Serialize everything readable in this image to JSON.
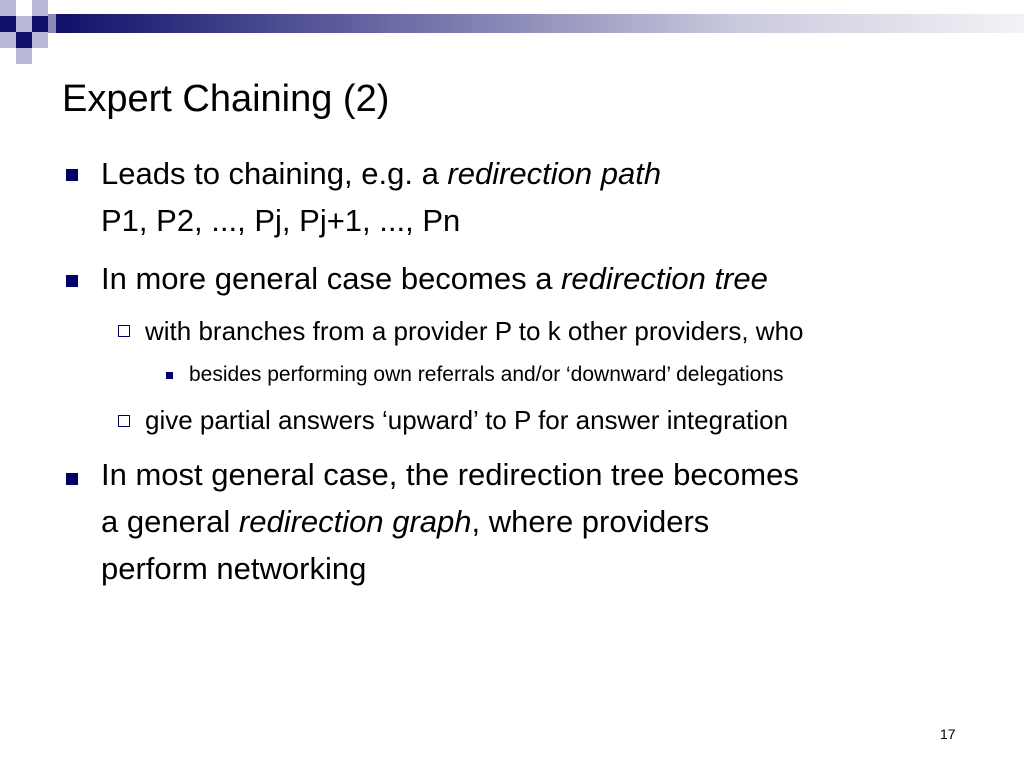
{
  "slide": {
    "title": "Expert Chaining (2)",
    "number": "17"
  },
  "bullets": [
    {
      "level": 1,
      "line1_pre": "Leads to chaining, e.g. a ",
      "line1_em": "redirection path",
      "line2": "P1, P2, ..., Pj, Pj+1, ..., Pn"
    },
    {
      "level": 1,
      "pre": "In more general case becomes a ",
      "em": "redirection tree"
    },
    {
      "level": 2,
      "text": "with branches from a provider P to k other providers, who"
    },
    {
      "level": 3,
      "text": "besides performing own referrals and/or ‘downward’ delegations"
    },
    {
      "level": 2,
      "text": "give partial answers ‘upward’ to P for answer integration"
    },
    {
      "level": 1,
      "line1": "In most general case, the redirection tree becomes",
      "line2_pre": "a general ",
      "line2_em": "redirection graph",
      "line2_post": ", where providers",
      "line3": "perform networking"
    }
  ],
  "colors": {
    "accent": "#000066",
    "band_dark": "#10106a",
    "band_mid": "#8a8ab8",
    "band_light": "#e6e6ef"
  }
}
